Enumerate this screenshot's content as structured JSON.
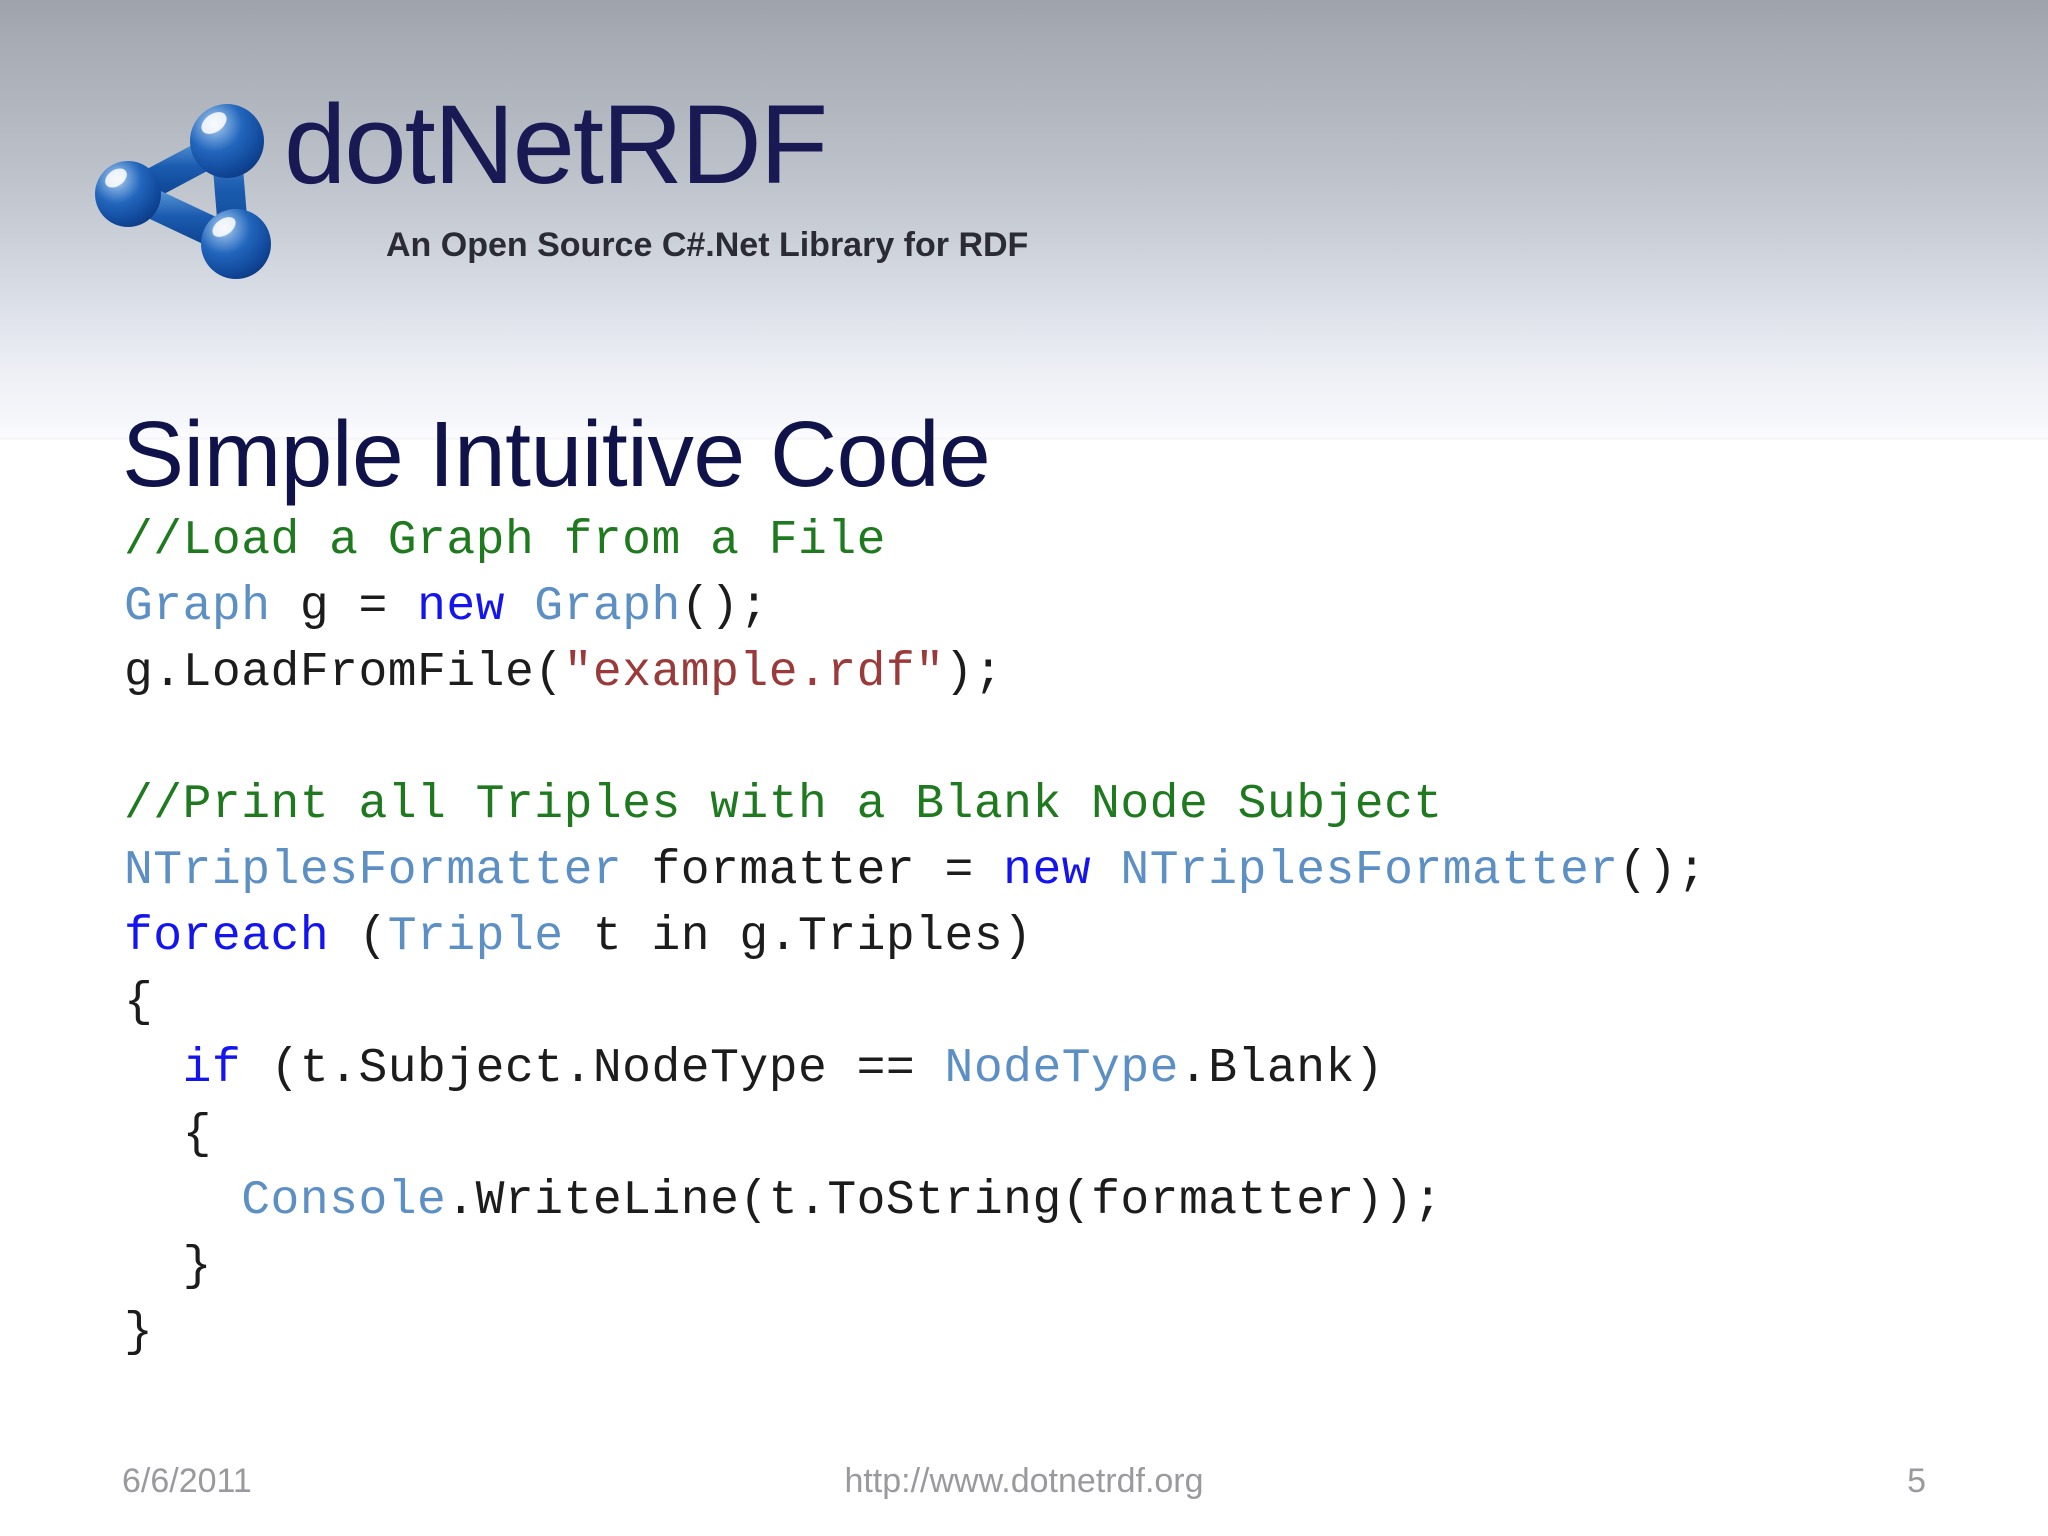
{
  "slide": {
    "title": "Simple Intuitive Code",
    "page_number": "5",
    "title_color": "#10124a",
    "band_top_color": "#9ea3ab",
    "band_bottom_color": "#fdfdff"
  },
  "logo": {
    "wordmark": "dotNetRDF",
    "tagline": "An Open Source C#.Net Library for RDF",
    "wordmark_color": "#191954",
    "tagline_color": "#2b2b35",
    "mark_icon": "molecule-icon",
    "mark_color": "#1b5cb0"
  },
  "code": {
    "syntax_colors": {
      "comment": "#1f7a1f",
      "type": "#5c8fc4",
      "keyword": "#1414f0",
      "string": "#9a3a3a",
      "plain": "#1c1c1c"
    },
    "lines": [
      {
        "id": "line-1",
        "tokens": [
          {
            "t": "//Load a Graph from a File",
            "c": "comment"
          }
        ]
      },
      {
        "id": "line-2",
        "tokens": [
          {
            "t": "Graph",
            "c": "type"
          },
          {
            "t": " g = ",
            "c": "plain"
          },
          {
            "t": "new",
            "c": "keyword"
          },
          {
            "t": " ",
            "c": "plain"
          },
          {
            "t": "Graph",
            "c": "type"
          },
          {
            "t": "();",
            "c": "plain"
          }
        ]
      },
      {
        "id": "line-3",
        "tokens": [
          {
            "t": "g.LoadFromFile(",
            "c": "plain"
          },
          {
            "t": "\"example.rdf\"",
            "c": "string"
          },
          {
            "t": ");",
            "c": "plain"
          }
        ]
      },
      {
        "id": "line-4",
        "tokens": [
          {
            "t": " ",
            "c": "plain"
          }
        ]
      },
      {
        "id": "line-5",
        "tokens": [
          {
            "t": "//Print all Triples with a Blank Node Subject",
            "c": "comment"
          }
        ]
      },
      {
        "id": "line-6",
        "tokens": [
          {
            "t": "NTriplesFormatter",
            "c": "type"
          },
          {
            "t": " formatter = ",
            "c": "plain"
          },
          {
            "t": "new",
            "c": "keyword"
          },
          {
            "t": " ",
            "c": "plain"
          },
          {
            "t": "NTriplesFormatter",
            "c": "type"
          },
          {
            "t": "();",
            "c": "plain"
          }
        ]
      },
      {
        "id": "line-7",
        "tokens": [
          {
            "t": "foreach",
            "c": "keyword"
          },
          {
            "t": " (",
            "c": "plain"
          },
          {
            "t": "Triple",
            "c": "type"
          },
          {
            "t": " t in g.Triples)",
            "c": "plain"
          }
        ]
      },
      {
        "id": "line-8",
        "tokens": [
          {
            "t": "{",
            "c": "plain"
          }
        ]
      },
      {
        "id": "line-9",
        "tokens": [
          {
            "t": "  ",
            "c": "plain"
          },
          {
            "t": "if",
            "c": "keyword"
          },
          {
            "t": " (t.Subject.NodeType == ",
            "c": "plain"
          },
          {
            "t": "NodeType",
            "c": "type"
          },
          {
            "t": ".Blank)",
            "c": "plain"
          }
        ]
      },
      {
        "id": "line-10",
        "tokens": [
          {
            "t": "  {",
            "c": "plain"
          }
        ]
      },
      {
        "id": "line-11",
        "tokens": [
          {
            "t": "    ",
            "c": "plain"
          },
          {
            "t": "Console",
            "c": "type"
          },
          {
            "t": ".WriteLine(t.ToString(formatter));",
            "c": "plain"
          }
        ]
      },
      {
        "id": "line-12",
        "tokens": [
          {
            "t": "  }",
            "c": "plain"
          }
        ]
      },
      {
        "id": "line-13",
        "tokens": [
          {
            "t": "}",
            "c": "plain"
          }
        ]
      }
    ]
  },
  "footer": {
    "date": "6/6/2011",
    "url": "http://www.dotnetrdf.org",
    "page": "5",
    "color": "#9a9a9e"
  }
}
